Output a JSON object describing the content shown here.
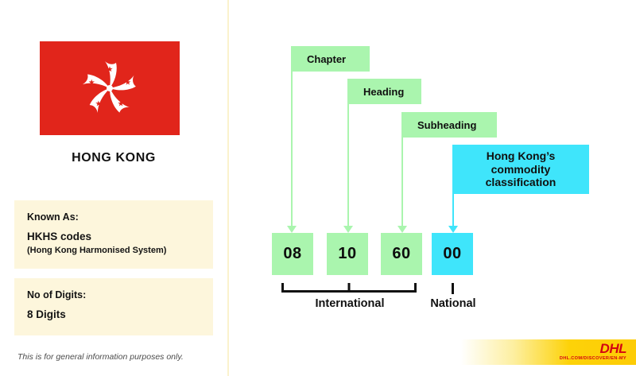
{
  "country": {
    "name": "HONG KONG",
    "flag_icon": "hong-kong-flag-icon",
    "flag_colors": {
      "field": "#E1251B",
      "emblem": "#FFFFFF"
    }
  },
  "info_boxes": [
    {
      "label": "Known As:",
      "value": "HKHS codes",
      "sub": "(Hong Kong Harmonised System)"
    },
    {
      "label": "No of Digits:",
      "value": "8 Digits",
      "sub": ""
    }
  ],
  "disclaimer": "This is for general information purposes only.",
  "diagram": {
    "tags": [
      {
        "label": "Chapter",
        "color": "#AAF5AE"
      },
      {
        "label": "Heading",
        "color": "#AAF5AE"
      },
      {
        "label": "Subheading",
        "color": "#AAF5AE"
      }
    ],
    "national_tag": {
      "line1": "Hong Kong’s",
      "line2": "commodity",
      "line3": "classification",
      "color": "#3FE5FB"
    },
    "digits": [
      {
        "value": "08",
        "color": "#AAF5AE",
        "scope": "international"
      },
      {
        "value": "10",
        "color": "#AAF5AE",
        "scope": "international"
      },
      {
        "value": "60",
        "color": "#AAF5AE",
        "scope": "international"
      },
      {
        "value": "00",
        "color": "#3FE5FB",
        "scope": "national"
      }
    ],
    "group_labels": {
      "international": "International",
      "national": "National"
    }
  },
  "footer": {
    "brand": "DHL",
    "url": "DHL.COM/DISCOVER/EN-MY",
    "brand_color": "#D40511",
    "banner_color": "#FDCC06"
  }
}
